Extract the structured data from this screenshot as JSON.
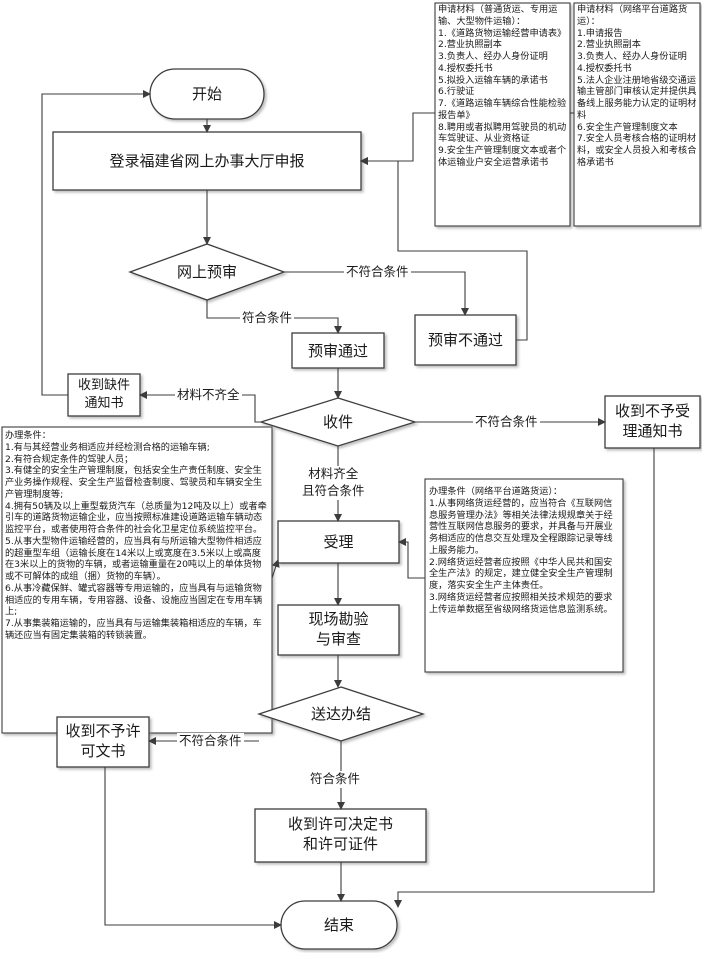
{
  "nodes": {
    "start": "开始",
    "login": "登录福建省网上办事大厅申报",
    "online_review": "网上预审",
    "prereview_pass": "预审通过",
    "prereview_fail": "预审不通过",
    "missing_notice": "收到缺件\n通知书",
    "receive": "收件",
    "reject_notice": "收到不予受\n理通知书",
    "accept": "受理",
    "inspection": "现场勘验\n与审查",
    "deliver": "送达办结",
    "no_permit": "收到不予许\n可文书",
    "permit": "收到许可决定书\n和许可证件",
    "end": "结束"
  },
  "edges": {
    "not_meet_1": "不符合条件",
    "meet_1": "符合条件",
    "incomplete": "材料不齐全",
    "not_meet_2": "不符合条件",
    "complete": "材料齐全\n且符合条件",
    "not_meet_3": "不符合条件",
    "meet_3": "符合条件"
  },
  "notes": {
    "materials_general": {
      "title": "申请材料（普通货运、专用运输、大型物件运输）：",
      "items": [
        "1.《道路货物运输经营申请表》",
        "2.营业执照副本",
        "3.负责人、经办人身份证明",
        "4.授权委托书",
        "5.拟投入运输车辆的承诺书",
        "6.行驶证",
        "7.《道路运输车辆综合性能检验报告单》",
        "8.聘用或者拟聘用驾驶员的机动车驾驶证、从业资格证",
        "9.安全生产管理制度文本或者个体运输业户安全运营承诺书"
      ]
    },
    "materials_network": {
      "title": "申请材料（网络平台道路货运）：",
      "items": [
        "1.申请报告",
        "2.营业执照副本",
        "3.负责人、经办人身份证明",
        "4.授权委托书",
        "5.法人企业注册地省级交通运输主管部门审核认定并提供具备线上服务能力认定的证明材料",
        "6.安全生产管理制度文本",
        "7.安全人员考核合格的证明材料，或安全人员投入和考核合格承诺书"
      ]
    },
    "conditions_general": {
      "title": "办理条件：",
      "items": [
        "1.有与其经营业务相适应并经检测合格的运输车辆;",
        "2.有符合规定条件的驾驶人员；",
        "3.有健全的安全生产管理制度，包括安全生产责任制度、安全生产业务操作规程、安全生产监督检查制度、驾驶员和车辆安全生产管理制度等;",
        "4.拥有50辆及以上重型载货汽车（总质量为12吨及以上）或者牵引车的道路货物运输企业，应当按照标准建设道路运输车辆动态监控平台，或者使用符合条件的社会化卫星定位系统监控平台。",
        "5.从事大型物件运输经营的，应当具有与所运输大型物件相适应的超重型车组（运输长度在14米以上或宽度在3.5米以上或高度在3米以上的货物的车辆，或者运输重量在20吨以上的单体货物或不可解体的成组（捆）货物的车辆）。",
        "6.从事冷藏保鲜、罐式容器等专用运输的，应当具有与运输货物相适应的专用车辆，专用容器、设备、设施应当固定在专用车辆上;",
        "7.从事集装箱运输的，应当具有与运输集装箱相适应的车辆，车辆还应当有固定集装箱的转锁装置。"
      ]
    },
    "conditions_network": {
      "title": "办理条件（网络平台道路货运）：",
      "items": [
        "1.从事网络货运经营的，应当符合《互联网信息服务管理办法》等相关法律法规规章关于经营性互联网信息服务的要求，并具备与开展业务相适应的信息交互处理及全程跟踪记录等线上服务能力。",
        "2.网络货运经营者应按照《中华人民共和国安全生产法》的规定，建立健全安全生产管理制度，落实安全生产主体责任。",
        "3.网络货运经营者应按照相关技术规范的要求上传运单数据至省级网络货运信息监测系统。"
      ]
    }
  }
}
